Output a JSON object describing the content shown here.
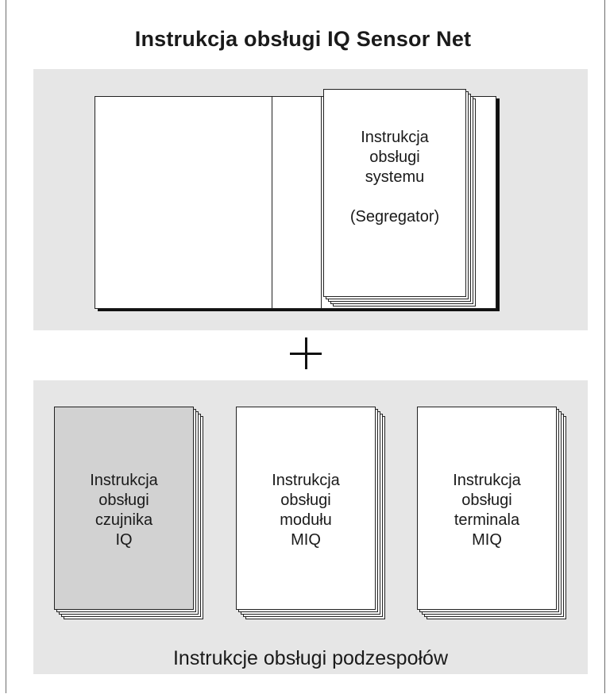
{
  "title": "Instrukcja obsługi IQ Sensor Net",
  "binder": {
    "manual_lines": [
      "Instrukcja",
      "obsługi",
      "systemu",
      "",
      "(Segregator)"
    ]
  },
  "plus_symbol": "+",
  "component_manuals": [
    {
      "lines": [
        "Instrukcja",
        "obsługi",
        "czujnika",
        "IQ"
      ],
      "fill": "#d2d2d2"
    },
    {
      "lines": [
        "Instrukcja",
        "obsługi",
        "modułu",
        "MIQ"
      ],
      "fill": "#ffffff"
    },
    {
      "lines": [
        "Instrukcja",
        "obsługi",
        "terminala",
        "MIQ"
      ],
      "fill": "#ffffff"
    }
  ],
  "caption": "Instrukcje obsługi podzespołów"
}
